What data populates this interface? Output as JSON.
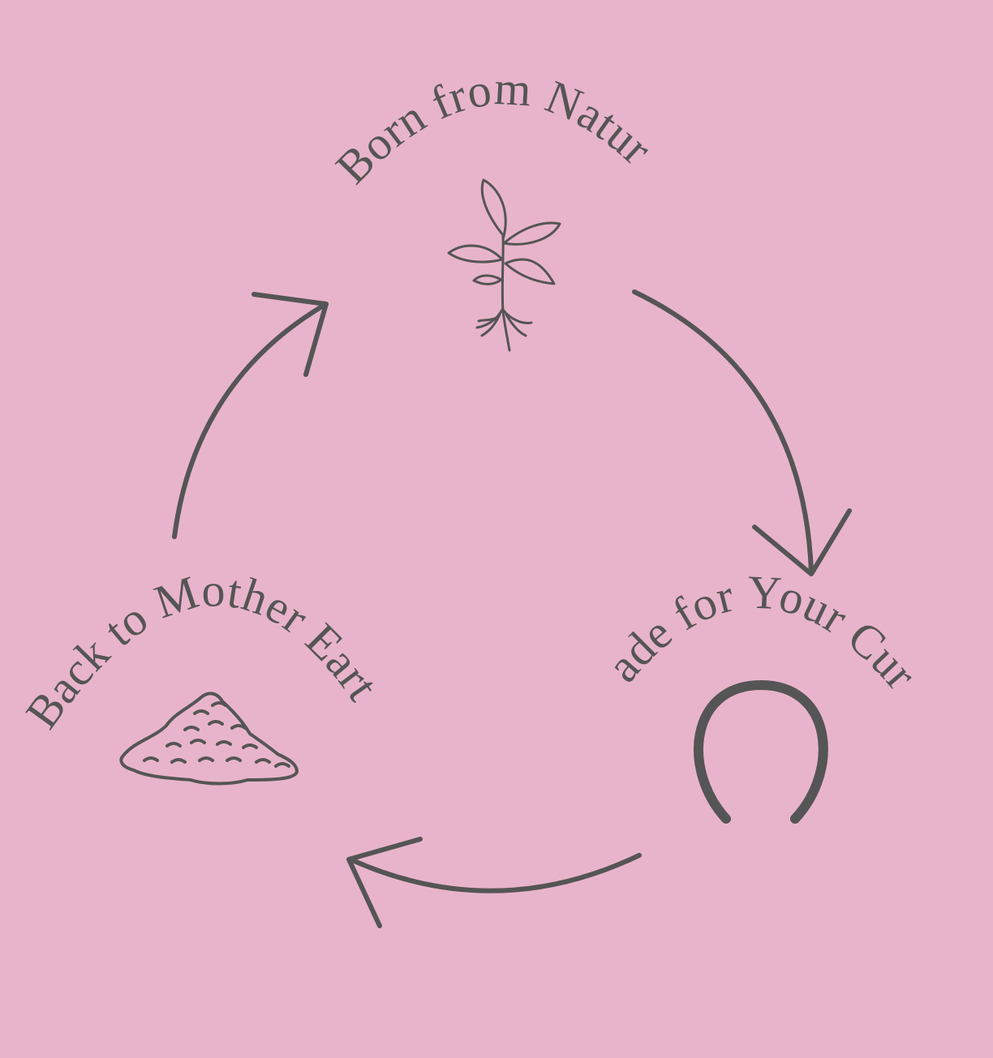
{
  "colors": {
    "background": "#E8B4CB",
    "ink": "#555555"
  },
  "stages": [
    {
      "label": "Born from Nature",
      "icon": "seedling-icon"
    },
    {
      "label": "Made for Your Curls",
      "icon": "hairband-icon"
    },
    {
      "label": "Back to Mother Earth",
      "icon": "soil-pile-icon"
    }
  ]
}
